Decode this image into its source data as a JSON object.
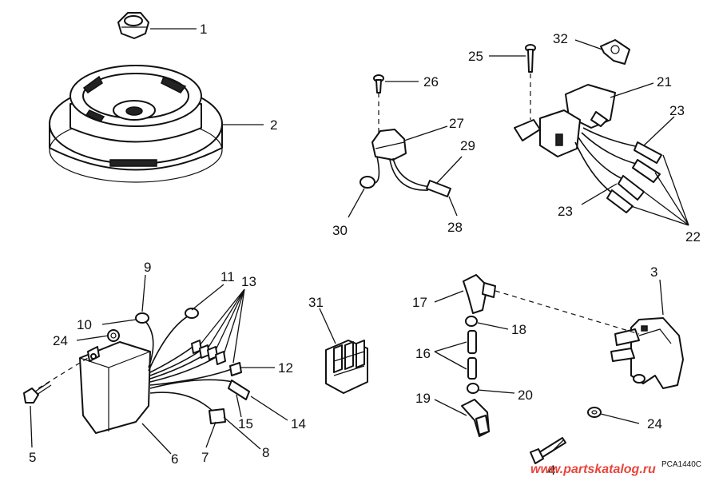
{
  "callouts": {
    "c1": "1",
    "c2": "2",
    "c3": "3",
    "c4": "4",
    "c5": "5",
    "c6": "6",
    "c7": "7",
    "c8": "8",
    "c9": "9",
    "c10": "10",
    "c11": "11",
    "c12": "12",
    "c13": "13",
    "c14": "14",
    "c15": "15",
    "c16": "16",
    "c17": "17",
    "c18": "18",
    "c19": "19",
    "c20": "20",
    "c21": "21",
    "c22": "22",
    "c23a": "23",
    "c23b": "23",
    "c24a": "24",
    "c24b": "24",
    "c25": "25",
    "c26": "26",
    "c27": "27",
    "c28": "28",
    "c29": "29",
    "c30": "30",
    "c31": "31",
    "c32": "32"
  },
  "drawing_code": "PCA1440C",
  "watermark": "www.partskatalog.ru"
}
